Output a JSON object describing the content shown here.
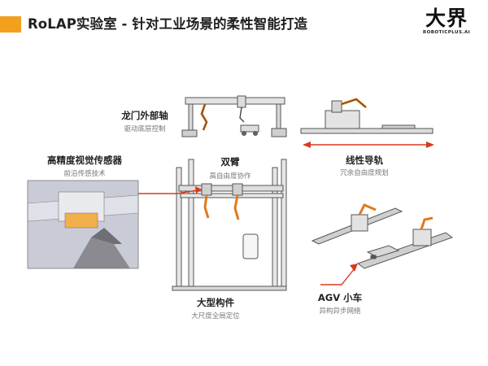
{
  "title": "RoLAP实验室 - 针对工业场景的柔性智能打造",
  "logo": {
    "main": "大界",
    "sub": "ROBOTICPLUS.AI"
  },
  "labels": {
    "gantry": {
      "title": "龙门外部轴",
      "subtitle": "驱动底层控制"
    },
    "vision": {
      "title": "高精度视觉传感器",
      "subtitle": "前沿传感技术"
    },
    "dual_arm": {
      "title": "双臂",
      "subtitle": "高自由度协作"
    },
    "rail": {
      "title": "线性导轨",
      "subtitle": "冗余自由度规划"
    },
    "large_part": {
      "title": "大型构件",
      "subtitle": "大尺度全局定位"
    },
    "agv": {
      "title": "AGV 小车",
      "subtitle": "异构异步网络"
    }
  },
  "colors": {
    "accent": "#F2A01E",
    "arrow": "#D9391E",
    "text": "#222222",
    "muted": "#777777"
  }
}
